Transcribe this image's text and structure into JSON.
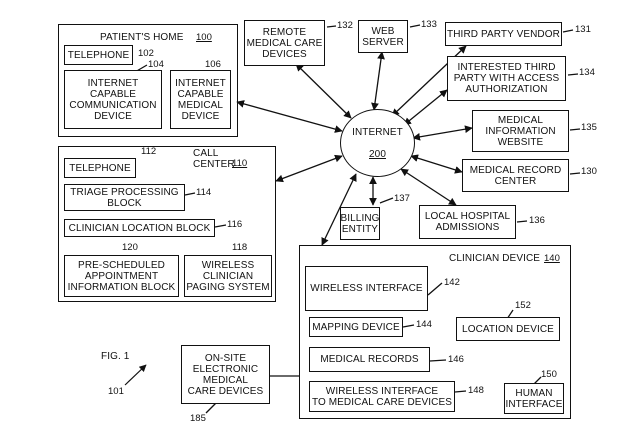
{
  "figure": {
    "label": "FIG. 1",
    "ref": "101"
  },
  "internet": {
    "label": "INTERNET",
    "ref": "200"
  },
  "patients_home": {
    "label": "PATIENT'S HOME",
    "ref": "100",
    "telephone": {
      "label": "TELEPHONE",
      "ref": "102"
    },
    "comm_device": {
      "label": "INTERNET\nCAPABLE\nCOMMUNICATION\nDEVICE",
      "ref": "104"
    },
    "medical_device": {
      "label": "INTERNET\nCAPABLE\nMEDICAL\nDEVICE",
      "ref": "106"
    }
  },
  "call_center": {
    "label": "CALL\nCENTER",
    "ref": "110",
    "telephone": {
      "label": "TELEPHONE",
      "ref": "112"
    },
    "triage": {
      "label": "TRIAGE PROCESSING\nBLOCK",
      "ref": "114"
    },
    "clinician_location": {
      "label": "CLINICIAN LOCATION BLOCK",
      "ref": "116"
    },
    "appointment": {
      "label": "PRE-SCHEDULED\nAPPOINTMENT\nINFORMATION BLOCK",
      "ref": "120"
    },
    "paging": {
      "label": "WIRELESS\nCLINICIAN\nPAGING SYSTEM",
      "ref": "118"
    }
  },
  "remote_devices": {
    "label": "REMOTE\nMEDICAL CARE\nDEVICES",
    "ref": "132"
  },
  "web_server": {
    "label": "WEB\nSERVER",
    "ref": "133"
  },
  "third_party_vendor": {
    "label": "THIRD PARTY VENDOR",
    "ref": "131"
  },
  "interested_third_party": {
    "label": "INTERESTED THIRD\nPARTY WITH ACCESS\nAUTHORIZATION",
    "ref": "134"
  },
  "medical_info_website": {
    "label": "MEDICAL\nINFORMATION\nWEBSITE",
    "ref": "135"
  },
  "medical_record_center": {
    "label": "MEDICAL RECORD\nCENTER",
    "ref": "130"
  },
  "billing": {
    "label": "BILLING\nENTITY",
    "ref": "137"
  },
  "local_hospital": {
    "label": "LOCAL HOSPITAL\nADMISSIONS",
    "ref": "136"
  },
  "clinician_device": {
    "label": "CLINICIAN DEVICE",
    "ref": "140",
    "wireless_interface": {
      "label": "WIRELESS INTERFACE",
      "ref": "142"
    },
    "mapping": {
      "label": "MAPPING DEVICE",
      "ref": "144"
    },
    "location": {
      "label": "LOCATION DEVICE",
      "ref": "152"
    },
    "medical_records": {
      "label": "MEDICAL RECORDS",
      "ref": "146"
    },
    "wireless_care": {
      "label": "WIRELESS INTERFACE\nTO MEDICAL CARE DEVICES",
      "ref": "148"
    },
    "human_interface": {
      "label": "HUMAN\nINTERFACE",
      "ref": "150"
    }
  },
  "onsite": {
    "label": "ON-SITE\nELECTRONIC\nMEDICAL\nCARE DEVICES",
    "ref": "185"
  }
}
